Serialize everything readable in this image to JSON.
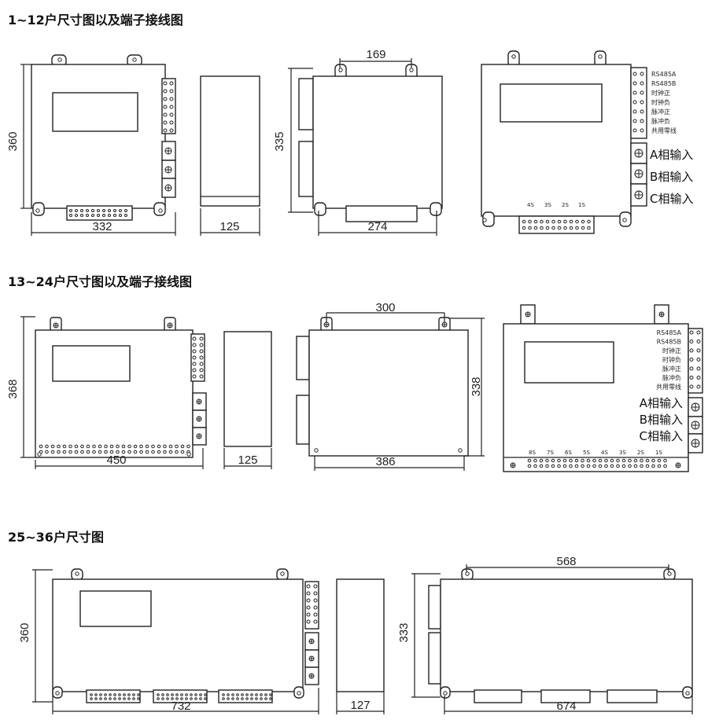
{
  "sections": [
    {
      "title": "1~12户尺寸图以及端子接线图",
      "dims": {
        "front_height": "360",
        "front_width": "332",
        "side_width": "125",
        "back_top": "169",
        "back_height": "335",
        "back_bottom": "274"
      },
      "terminals": [
        "RS485A",
        "RS485B",
        "时钟正",
        "时钟负",
        "脉冲正",
        "脉冲负",
        "共用零线"
      ],
      "inputs": [
        "A相输入",
        "B相输入",
        "C相输入"
      ],
      "channels": [
        "4S",
        "3S",
        "2S",
        "1S"
      ]
    },
    {
      "title": "13~24户尺寸图以及端子接线图",
      "dims": {
        "front_height": "368",
        "front_width": "450",
        "side_width": "125",
        "back_top": "300",
        "back_height": "338",
        "back_bottom": "386"
      },
      "terminals": [
        "RS485A",
        "RS485B",
        "时钟正",
        "时钟负",
        "脉冲正",
        "脉冲负",
        "共用零线"
      ],
      "inputs": [
        "A相输入",
        "B相输入",
        "C相输入"
      ],
      "channels": [
        "8S",
        "7S",
        "6S",
        "5S",
        "4S",
        "3S",
        "2S",
        "1S"
      ]
    },
    {
      "title": "25~36户尺寸图",
      "dims": {
        "front_height": "360",
        "front_width": "732",
        "side_width": "127",
        "back_top": "568",
        "back_height": "333",
        "back_bottom": "674"
      }
    }
  ]
}
